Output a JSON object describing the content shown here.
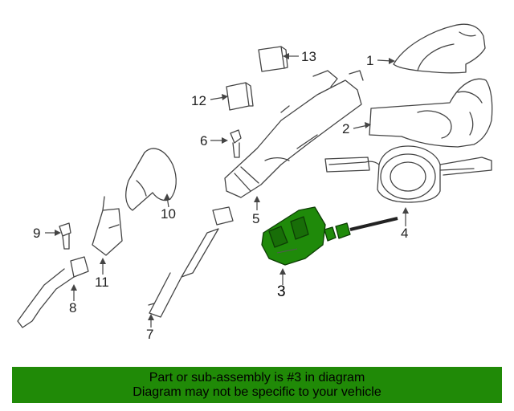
{
  "diagram": {
    "highlighted_part": "3",
    "callouts": [
      "1",
      "2",
      "3",
      "4",
      "5",
      "6",
      "7",
      "8",
      "9",
      "10",
      "11",
      "12",
      "13"
    ]
  },
  "banner": {
    "line1": "Part or sub-assembly is #3 in diagram",
    "line2": "Diagram may not be specific to your vehicle",
    "color": "#208a07"
  },
  "colors": {
    "line": "#444444",
    "highlight_fill": "#1f8a0a",
    "highlight_stroke": "#0d3d05"
  }
}
